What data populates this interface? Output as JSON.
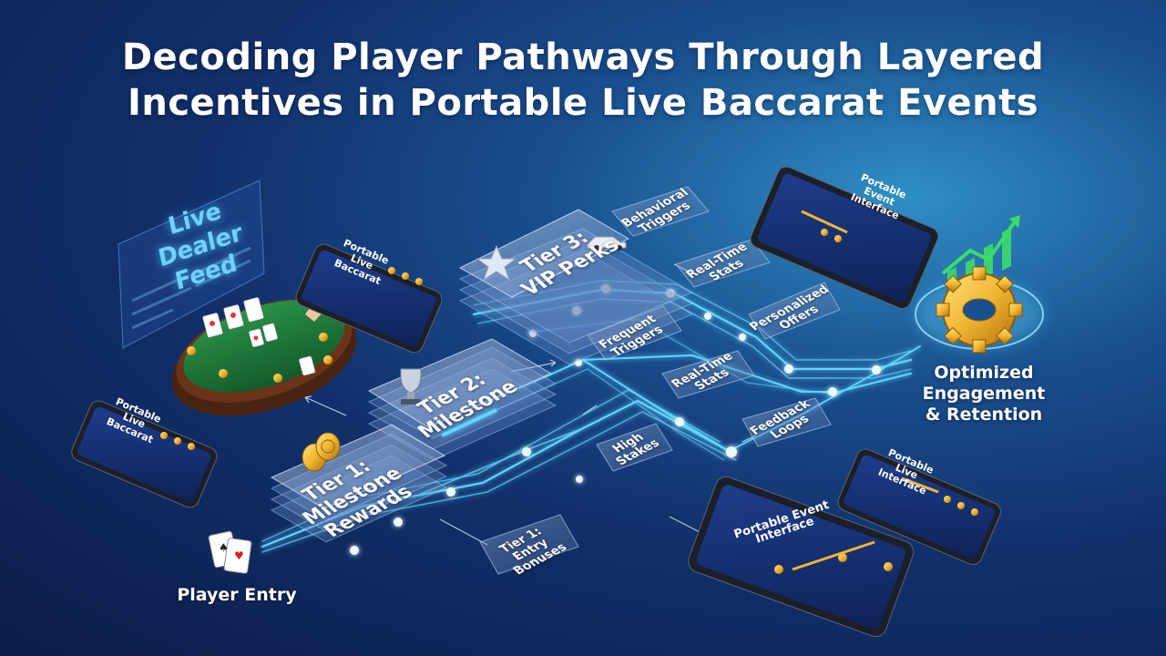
{
  "title": {
    "line1": "Decoding Player Pathways Through Layered",
    "line2": "Incentives in Portable Live Baccarat Events"
  },
  "tiers": {
    "tier1": {
      "name": "Tier 1: Milestone Rewards",
      "icon": "coins-icon"
    },
    "tier2": {
      "name": "Tier 2: Milestone",
      "icon": "trophy-icon"
    },
    "tier3": {
      "name": "Tier 3: VIP Perks",
      "icon": "star-icon"
    }
  },
  "feature_cards": {
    "behavioral_triggers": "Behavioral Triggers",
    "real_time_stats_top": "Real-Time Stats",
    "personalized_offers": "Personalized Offers",
    "frequent_triggers": "Frequent Triggers",
    "real_time_stats_mid": "Real-Time Stats",
    "feedback_loops": "Feedback Loops",
    "high_stakes": "High Stakes",
    "entry_bonuses": "Tier 1: Entry Bonuses"
  },
  "live_dealer_feed": "Live Dealer Feed",
  "player_entry": "Player Entry",
  "outcome": {
    "line1": "Optimized",
    "line2": "Engagement",
    "line3": "& Retention"
  },
  "devices": {
    "phone_top": "Portable Live Baccarat",
    "phone_left": "Portable Live Baccarat",
    "tablet_top": "Portable Event Interface",
    "tablet_bottom": "Portable Event Interface",
    "phone_right": "Portable Live Interface"
  },
  "colors": {
    "background": "#12306b",
    "glow": "#5fd6ff",
    "gold": "#f2b632",
    "table_felt": "#1f7a3a",
    "growth_green": "#3ddc6a"
  }
}
